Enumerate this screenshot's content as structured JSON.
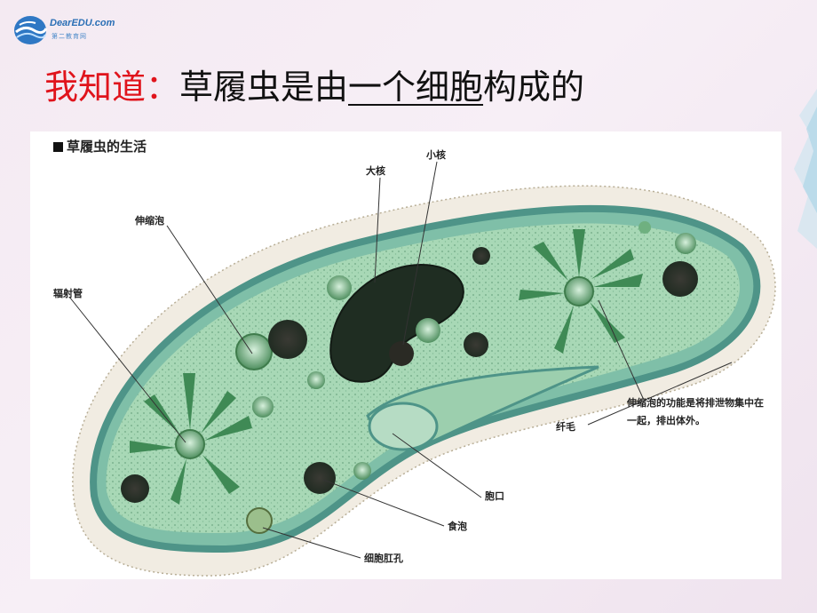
{
  "logo": {
    "brand": "DearEDU.com",
    "sub": "第二教育网"
  },
  "title": {
    "lead": "我知道：",
    "part1": "草履虫是由",
    "underlined": "一个细胞",
    "part2": "构成的"
  },
  "figure": {
    "heading": "草履虫的生活",
    "labels": {
      "macronucleus": "大核",
      "micronucleus": "小核",
      "contractile_vacuole": "伸缩泡",
      "radial_canal": "辐射管",
      "cilia": "纤毛",
      "contractile_note": "伸缩泡的功能是将排泄物集中在一起，排出体外。",
      "oral_groove": "胞口",
      "food_vacuole": "食泡",
      "anal_pore": "细胞肛孔"
    }
  },
  "colors": {
    "title_red": "#e0141c",
    "body_green": "#a9d7b8",
    "membrane": "#5fa39a"
  }
}
